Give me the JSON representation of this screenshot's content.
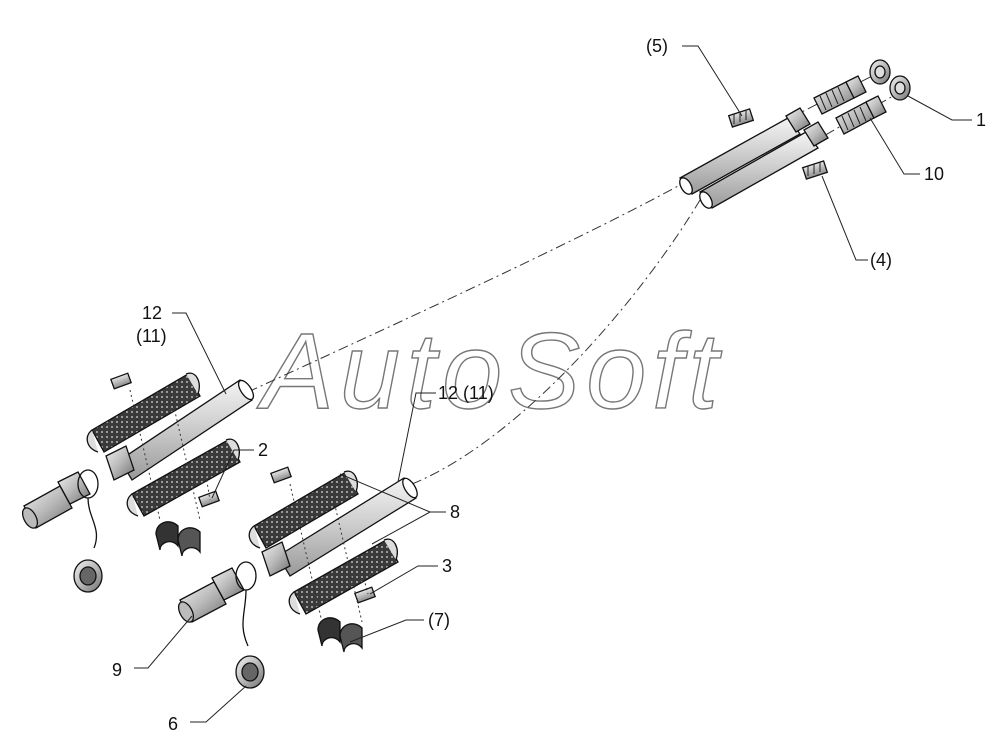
{
  "labels": {
    "l1": "1",
    "l2": "2",
    "l3": "3",
    "l4": "(4)",
    "l5": "(5)",
    "l6": "6",
    "l7": "(7)",
    "l8": "8",
    "l9": "9",
    "l10": "10",
    "l11": "(11)",
    "l12": "12",
    "l12b": "12 (11)"
  },
  "watermark": "AutoSoft"
}
